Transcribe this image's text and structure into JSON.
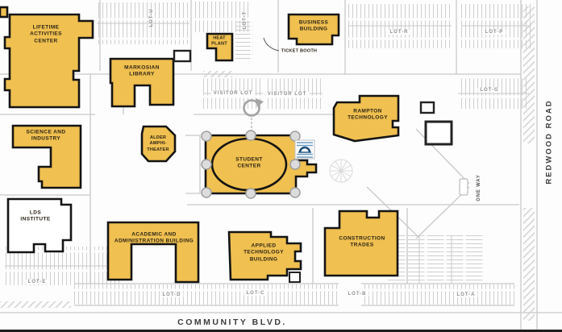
{
  "colors": {
    "building_fill": "#F0C050",
    "building_outline": "#141414",
    "road_line": "#c9c9c9",
    "parking_stripe": "#cfcfcf",
    "lot_text": "#8f8f8f",
    "logo_blue": "#6b9bc3",
    "logo_arch": "#1f4e79"
  },
  "buildings": [
    {
      "id": "lifetime-activities-center",
      "label": "LIFETIME\nACTIVITIES\nCENTER"
    },
    {
      "id": "markosian-library",
      "label": "MARKOSIAN\nLIBRARY"
    },
    {
      "id": "heat-plant",
      "label": "HEAT\nPLANT"
    },
    {
      "id": "business-building",
      "label": "BUSINESS\nBUILDING"
    },
    {
      "id": "science-and-industry",
      "label": "SCIENCE AND\nINDUSTRY"
    },
    {
      "id": "alder-amphitheater",
      "label": "ALDER\nAMPHI-\nTHEATER"
    },
    {
      "id": "student-center",
      "label": "STUDENT\nCENTER"
    },
    {
      "id": "rampton-technology",
      "label": "RAMPTON\nTECHNOLOGY"
    },
    {
      "id": "lds-institute",
      "label": "LDS\nINSTITUTE"
    },
    {
      "id": "academic-administration-building",
      "label": "ACADEMIC AND\nADMINISTRATION BUILDING"
    },
    {
      "id": "applied-technology-building",
      "label": "APPLIED\nTECHNOLOGY\nBUILDING"
    },
    {
      "id": "construction-trades",
      "label": "CONSTRUCTION\nTRADES"
    }
  ],
  "poi": {
    "ticket_booth": "TICKET BOOTH"
  },
  "lots": {
    "lot_u": "LOT-U",
    "lot_t": "LOT-T",
    "lot_r": "LOT-R",
    "lot_p": "LOT-P",
    "lot_g": "LOT-G",
    "visitor_1": "VISITOR LOT",
    "visitor_2": "VISITOR LOT",
    "lot_e": "LOT-E",
    "lot_d": "LOT-D",
    "lot_c": "LOT-C",
    "lot_b": "LOT-B",
    "lot_a": "LOT-A"
  },
  "roads": {
    "community_blvd": "COMMUNITY BLVD.",
    "redwood_road": "REDWOOD ROAD",
    "one_way": "ONE WAY"
  }
}
